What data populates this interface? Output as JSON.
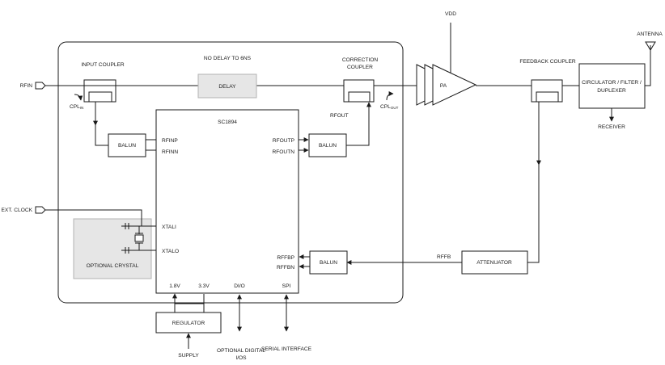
{
  "diagram": {
    "signals": {
      "rfin": "RFIN",
      "ext_clock": "EXT. CLOCK",
      "vdd": "VDD",
      "antenna": "ANTENNA",
      "receiver": "RECEIVER",
      "supply": "SUPPLY",
      "optional_digital_ios_line1": "OPTIONAL DIGITAL",
      "optional_digital_ios_line2": "I/OS",
      "serial_interface": "SERIAL INTERFACE",
      "rffb": "RFFB",
      "rfout": "RFOUT"
    },
    "labels": {
      "input_coupler": "INPUT COUPLER",
      "no_delay": "NO DELAY TO 6NS",
      "correction_coupler_line1": "CORRECTION",
      "correction_coupler_line2": "COUPLER",
      "feedback_coupler": "FEEDBACK COUPLER",
      "cpl_in_main": "CPL",
      "cpl_in_sub": "IN",
      "cpl_out_main": "CPL",
      "cpl_out_sub": "OUT"
    },
    "blocks": {
      "delay": "DELAY",
      "chip": "SC1894",
      "balun_in": "BALUN",
      "balun_out": "BALUN",
      "balun_fb": "BALUN",
      "pa": "PA",
      "circulator_line1": "CIRCULATOR / FILTER /",
      "circulator_line2": "DUPLEXER",
      "attenuator": "ATTENUATOR",
      "regulator": "REGULATOR",
      "optional_crystal": "OPTIONAL CRYSTAL"
    },
    "pins": {
      "rfinp": "RFINP",
      "rfinn": "RFINN",
      "rfoutp": "RFOUTP",
      "rfoutn": "RFOUTN",
      "xtali": "XTALI",
      "xtalo": "XTALO",
      "rffbp": "RFFBP",
      "rffbn": "RFFBN",
      "v18": "1.8V",
      "v33": "3.3V",
      "dio": "DI/O",
      "spi": "SPI"
    }
  }
}
